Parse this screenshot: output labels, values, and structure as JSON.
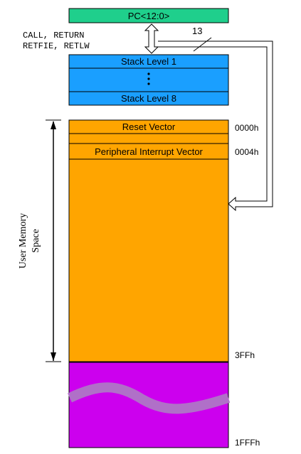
{
  "pc": {
    "label": "PC<12:0>"
  },
  "bus": {
    "width_label": "13"
  },
  "instructions": {
    "line1": "CALL, RETURN",
    "line2": "RETFIE, RETLW"
  },
  "stack": {
    "level_first": "Stack Level 1",
    "ellipsis": "⋮",
    "level_last": "Stack Level 8"
  },
  "memory": {
    "reset_vector": "Reset Vector",
    "interrupt_vector": "Peripheral Interrupt Vector",
    "addresses": {
      "reset": "0000h",
      "interrupt": "0004h",
      "user_end": "3FFh",
      "top": "1FFFh"
    }
  },
  "user_space": {
    "line1": "User Memory",
    "line2": "Space"
  },
  "colors": {
    "pc": "#1fcf8c",
    "stack": "#1a9fff",
    "user_memory": "#ffa500",
    "unimplemented": "#cc00ee",
    "wave": "#b070c8"
  }
}
